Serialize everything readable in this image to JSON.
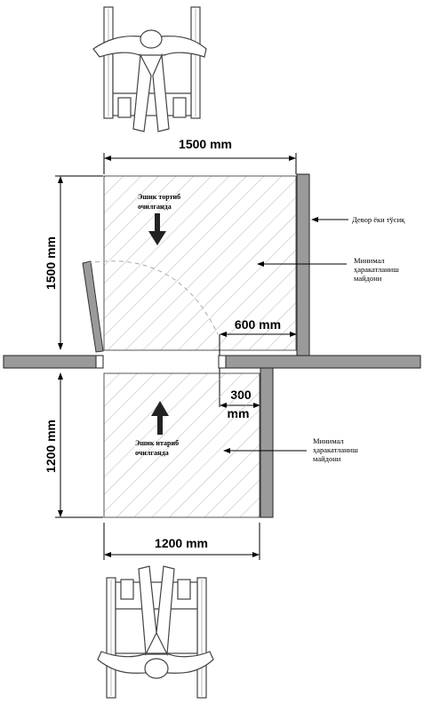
{
  "dimensions": {
    "top_width": "1500 mm",
    "left_height": "1500 mm",
    "door_offset": "600 mm",
    "wall_offset_value": "300",
    "wall_offset_unit": "mm",
    "bottom_height": "1200 mm",
    "bottom_width": "1200 mm"
  },
  "labels": {
    "pull_line1": "Эшик тортиб",
    "pull_line2": "очилганда",
    "push_line1": "Эшик итариб",
    "push_line2": "очилганда",
    "wall_line1": "Девор ёки тўсиқ",
    "min_top_line1": "Минимал",
    "min_top_line2": "ҳаракатланиш",
    "min_top_line3": "майдони",
    "min_bottom_line1": "Минимал",
    "min_bottom_line2": "ҳаракатланиш",
    "min_bottom_line3": "майдони"
  },
  "colors": {
    "wall_fill": "#9a9a9a",
    "hatch": "#b4b4b4",
    "line": "#000000"
  },
  "icons": {
    "top": "wheelchair-user-icon",
    "bottom": "wheelchair-user-icon"
  }
}
